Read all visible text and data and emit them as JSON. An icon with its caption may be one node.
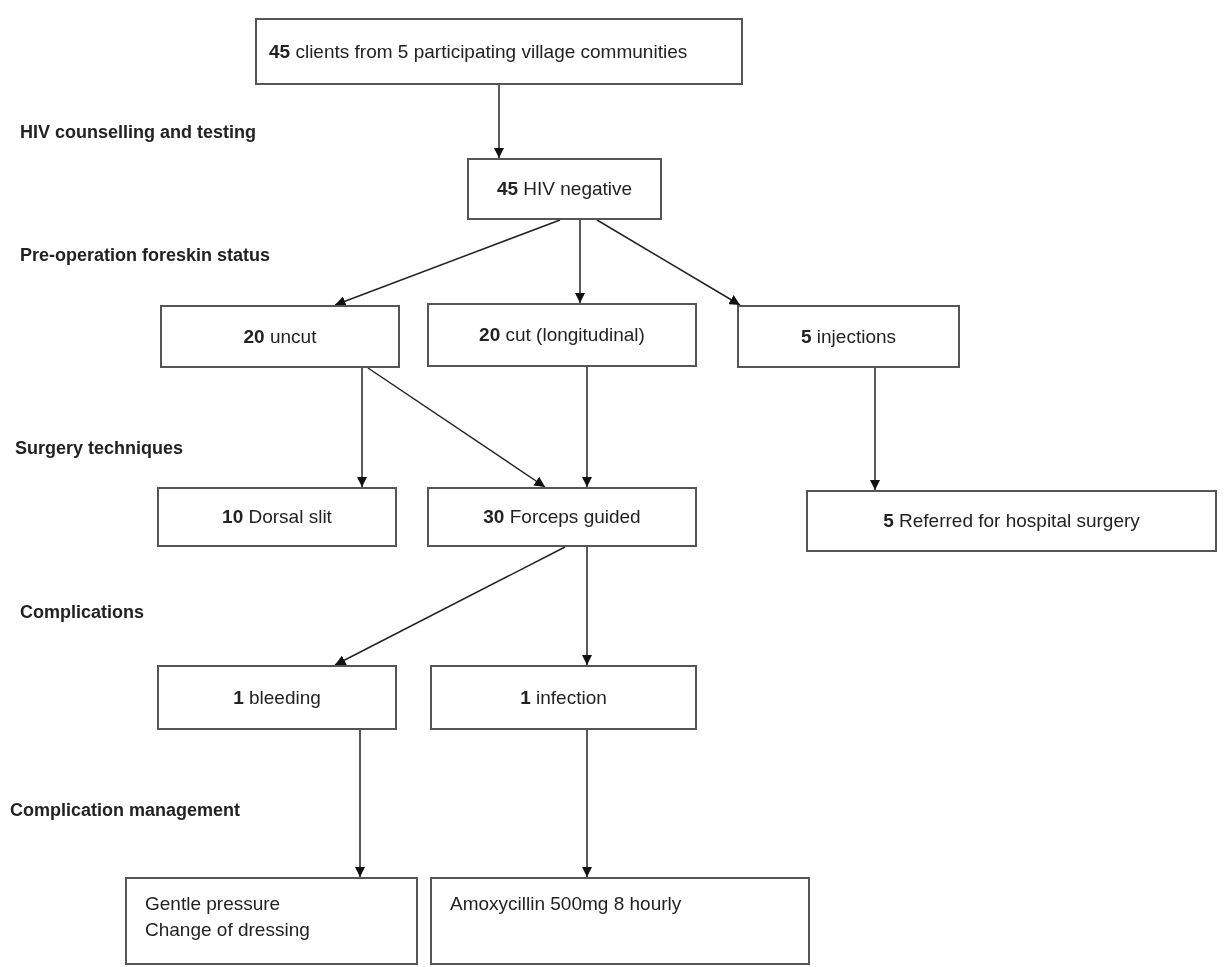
{
  "diagram": {
    "nodes": [
      {
        "text": [
          "**45** clients from 5 participating village communities"
        ]
      },
      {
        "text": [
          "**45** HIV negative"
        ]
      },
      {
        "text": [
          "**20** uncut"
        ]
      },
      {
        "text": [
          "**20** cut (longitudinal)"
        ]
      },
      {
        "text": [
          "**5** injections"
        ]
      },
      {
        "text": [
          "**10** Dorsal slit"
        ]
      },
      {
        "text": [
          "**30** Forceps guided"
        ]
      },
      {
        "text": [
          "**5** Referred for hospital surgery"
        ]
      },
      {
        "text": [
          "**1** bleeding"
        ]
      },
      {
        "text": [
          "**1** infection"
        ]
      },
      {
        "text": [
          "Gentle pressure",
          "Change of dressing"
        ]
      },
      {
        "text": [
          "Amoxycillin 500mg 8 hourly"
        ]
      }
    ],
    "edges": [
      {
        "from": 0,
        "to": 1,
        "arrow": "to"
      },
      {
        "from": 1,
        "to": 2,
        "arrow": "to"
      },
      {
        "from": 1,
        "to": 3,
        "arrow": "to"
      },
      {
        "from": 1,
        "to": 4,
        "arrow": "to"
      },
      {
        "from": 2,
        "to": 5,
        "arrow": "to"
      },
      {
        "from": 2,
        "to": 6,
        "arrow": "to"
      },
      {
        "from": 3,
        "to": 6,
        "arrow": "to"
      },
      {
        "from": 4,
        "to": 7,
        "arrow": "to"
      },
      {
        "from": 6,
        "to": 8,
        "arrow": "to"
      },
      {
        "from": 6,
        "to": 9,
        "arrow": "to"
      },
      {
        "from": 8,
        "to": 10,
        "arrow": "to"
      },
      {
        "from": 9,
        "to": 11,
        "arrow": "to"
      }
    ],
    "labels": [
      "HIV counselling and testing",
      "Pre-operation foreskin status",
      "Surgery techniques",
      "Complications",
      "Complication management"
    ]
  }
}
